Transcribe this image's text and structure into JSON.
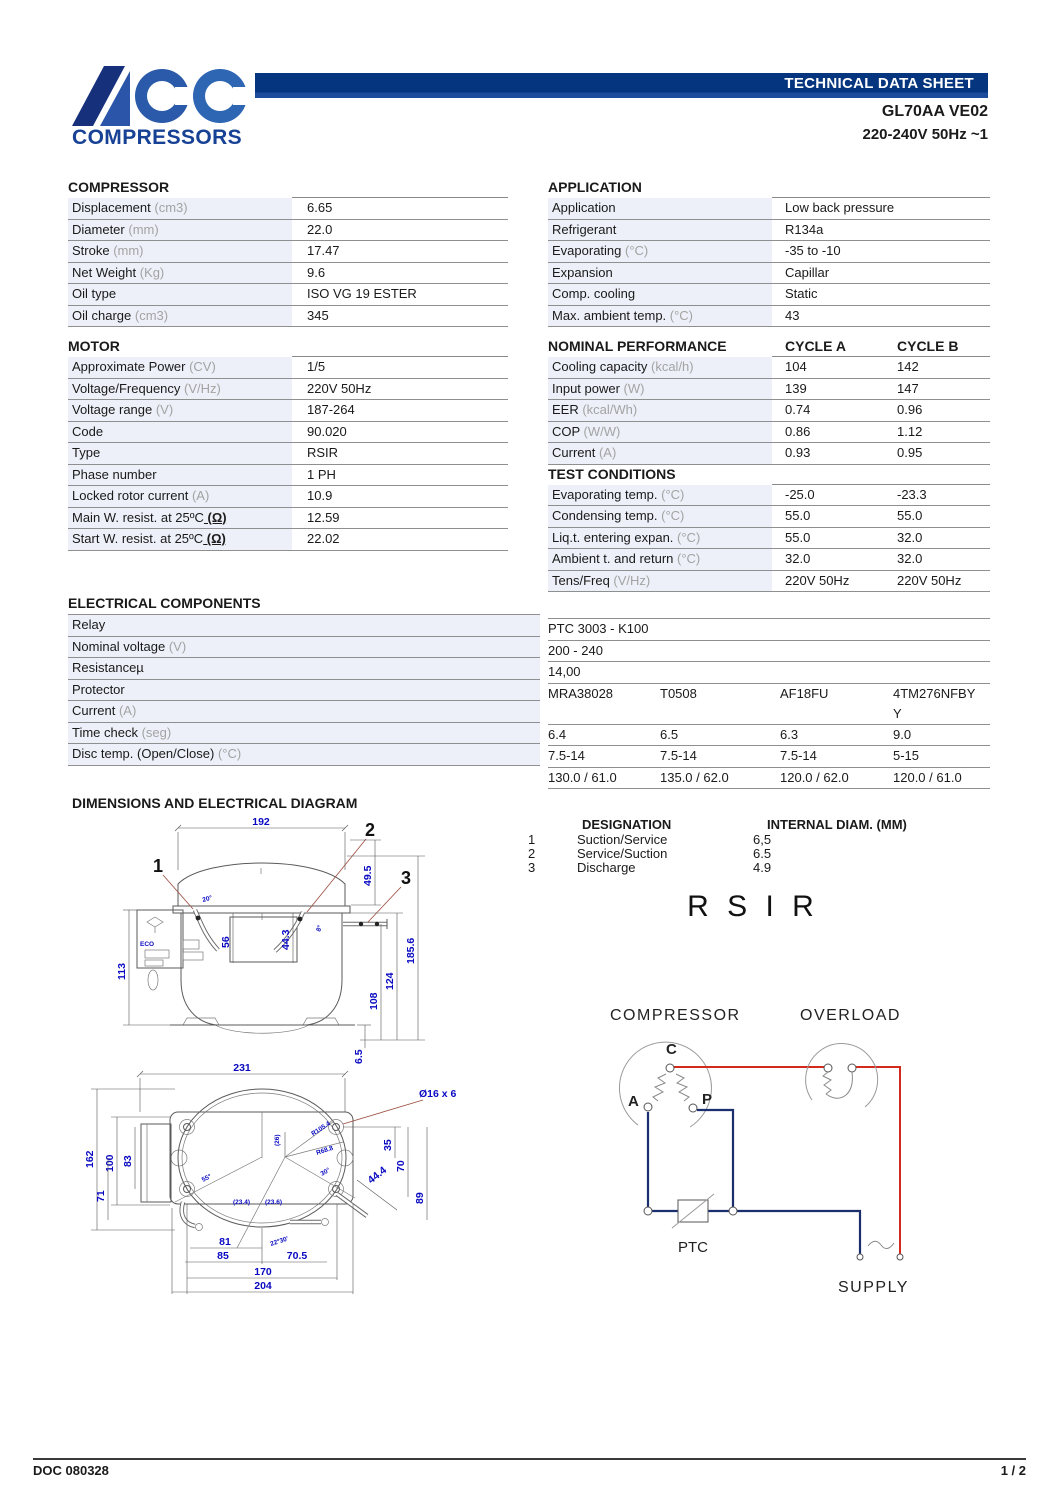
{
  "header": {
    "brand": "COMPRESSORS",
    "banner": "TECHNICAL DATA SHEET",
    "model": "GL70AA VE02",
    "voltage": "220-240V 50Hz ~1",
    "accent_color": "#04357e",
    "brand_color": "#164194"
  },
  "compressor": {
    "title": "COMPRESSOR",
    "rows": [
      {
        "label": "Displacement",
        "unit": "(cm3)",
        "value": "6.65"
      },
      {
        "label": "Diameter",
        "unit": "(mm)",
        "value": "22.0"
      },
      {
        "label": "Stroke",
        "unit": "(mm)",
        "value": "17.47"
      },
      {
        "label": "Net Weight",
        "unit": "(Kg)",
        "value": "9.6"
      },
      {
        "label": "Oil type",
        "unit": "",
        "value": "ISO VG 19 ESTER"
      },
      {
        "label": "Oil charge",
        "unit": "(cm3)",
        "value": "345"
      }
    ]
  },
  "motor": {
    "title": "MOTOR",
    "rows": [
      {
        "label": "Approximate Power",
        "unit": "(CV)",
        "value": "1/5"
      },
      {
        "label": "Voltage/Frequency",
        "unit": "(V/Hz)",
        "value": "220V 50Hz"
      },
      {
        "label": "Voltage range",
        "unit": "(V)",
        "value": "187-264"
      },
      {
        "label": "Code",
        "unit": "",
        "value": "90.020"
      },
      {
        "label": "Type",
        "unit": "",
        "value": "RSIR"
      },
      {
        "label": "Phase number",
        "unit": "",
        "value": "1 PH"
      },
      {
        "label": "Locked rotor current",
        "unit": "(A)",
        "value": "10.9"
      },
      {
        "label": "Main W. resist. at 25ºC",
        "unit": "(Ω)",
        "unitDark": true,
        "value": "12.59"
      },
      {
        "label": "Start W. resist. at 25ºC",
        "unit": "(Ω)",
        "unitDark": true,
        "value": "22.02"
      }
    ]
  },
  "application": {
    "title": "APPLICATION",
    "rows": [
      {
        "label": "Application",
        "unit": "",
        "value": "Low back pressure"
      },
      {
        "label": "Refrigerant",
        "unit": "",
        "value": "R134a"
      },
      {
        "label": "Evaporating",
        "unit": "(°C)",
        "value": "-35 to -10"
      },
      {
        "label": "Expansion",
        "unit": "",
        "value": "Capillar"
      },
      {
        "label": "Comp. cooling",
        "unit": "",
        "value": "Static"
      },
      {
        "label": "Max. ambient temp.",
        "unit": "(°C)",
        "value": "43"
      }
    ]
  },
  "nominal_performance": {
    "title": "NOMINAL PERFORMANCE",
    "col_a": "CYCLE A",
    "col_b": "CYCLE B",
    "rows": [
      {
        "label": "Cooling capacity",
        "unit": "(kcal/h)",
        "a": "104",
        "b": "142"
      },
      {
        "label": "Input power",
        "unit": "(W)",
        "a": "139",
        "b": "147"
      },
      {
        "label": "EER",
        "unit": "(kcal/Wh)",
        "a": "0.74",
        "b": "0.96"
      },
      {
        "label": "COP",
        "unit": "(W/W)",
        "a": "0.86",
        "b": "1.12"
      },
      {
        "label": "Current",
        "unit": "(A)",
        "a": "0.93",
        "b": "0.95"
      }
    ]
  },
  "test_conditions": {
    "title": "TEST CONDITIONS",
    "rows": [
      {
        "label": "Evaporating temp.",
        "unit": "(°C)",
        "a": "-25.0",
        "b": "-23.3"
      },
      {
        "label": "Condensing temp.",
        "unit": "(°C)",
        "a": "55.0",
        "b": "55.0"
      },
      {
        "label": "Liq.t. entering expan.",
        "unit": "(°C)",
        "a": "55.0",
        "b": "32.0"
      },
      {
        "label": "Ambient t. and return",
        "unit": "(°C)",
        "a": "32.0",
        "b": "32.0"
      },
      {
        "label": "Tens/Freq",
        "unit": "(V/Hz)",
        "a": "220V 50Hz",
        "b": "220V 50Hz"
      }
    ]
  },
  "electrical": {
    "title": "ELECTRICAL COMPONENTS",
    "labels": [
      {
        "label": "Relay",
        "unit": ""
      },
      {
        "label": "Nominal voltage",
        "unit": "(V)"
      },
      {
        "label": "Resistanceµ",
        "unit": ""
      },
      {
        "label": "Protector",
        "unit": ""
      },
      {
        "label": "Current",
        "unit": "(A)"
      },
      {
        "label": "Time check",
        "unit": "(seg)"
      },
      {
        "label": "Disc temp. (Open/Close)",
        "unit": "(°C)"
      }
    ],
    "values": [
      {
        "cols": [
          "PTC 3003 - K100"
        ],
        "wide": true
      },
      {
        "cols": [
          "200 - 240"
        ],
        "wide": true
      },
      {
        "cols": [
          "14,00"
        ],
        "wide": true
      },
      {
        "cols": [
          "MRA38028",
          "T0508",
          "AF18FU",
          "4TM276NFBYY"
        ],
        "tall": true
      },
      {
        "cols": [
          "6.4",
          "6.5",
          "6.3",
          "9.0"
        ]
      },
      {
        "cols": [
          "7.5-14",
          "7.5-14",
          "7.5-14",
          "5-15"
        ]
      },
      {
        "cols": [
          "130.0 / 61.0",
          "135.0 / 62.0",
          "120.0 / 62.0",
          "120.0 / 61.0"
        ]
      }
    ]
  },
  "drawing": {
    "title": "DIMENSIONS AND ELECTRICAL DIAGRAM",
    "callouts": {
      "c1": "1",
      "c2": "2",
      "c3": "3"
    },
    "side": {
      "w192": "192",
      "h495": "49.5",
      "h1856": "185.6",
      "h124": "124",
      "h108": "108",
      "h65": "6.5",
      "h113": "113",
      "d56": "56",
      "d443": "44.3",
      "a20": "20°",
      "a8": "8°",
      "box": "ECO"
    },
    "top": {
      "w231": "231",
      "holes": "Ø16 x 6",
      "h162": "162",
      "h100": "100",
      "h83": "83",
      "h71": "71",
      "d35": "35",
      "d70": "70",
      "d444": "44.4",
      "d89": "89",
      "r1054": "R105.4",
      "r688": "R68.8",
      "a55": "55°",
      "a30": "30°",
      "a2230": "22°30'",
      "c26": "(26)",
      "c234": "(23.4)",
      "c236": "(23.6)",
      "b81": "81",
      "b85": "85",
      "b705": "70.5",
      "b170": "170",
      "b204": "204"
    }
  },
  "designation": {
    "h_designation": "DESIGNATION",
    "h_diam": "INTERNAL DIAM. (MM)",
    "rows": [
      {
        "num": "1",
        "name": "Suction/Service",
        "diam": "6,5"
      },
      {
        "num": "2",
        "name": "Service/Suction",
        "diam": "6.5"
      },
      {
        "num": "3",
        "name": "Discharge",
        "diam": "4.9"
      }
    ]
  },
  "rsir": "R S I R",
  "circuit": {
    "compressor": "COMPRESSOR",
    "overload": "OVERLOAD",
    "ptc": "PTC",
    "supply": "SUPPLY",
    "terminal_c": "C",
    "terminal_a": "A",
    "terminal_p": "P",
    "wire_red": "#d42a1e",
    "wire_blue": "#1b2f6e"
  },
  "footer": {
    "doc": "DOC 080328",
    "page": "1 / 2"
  }
}
